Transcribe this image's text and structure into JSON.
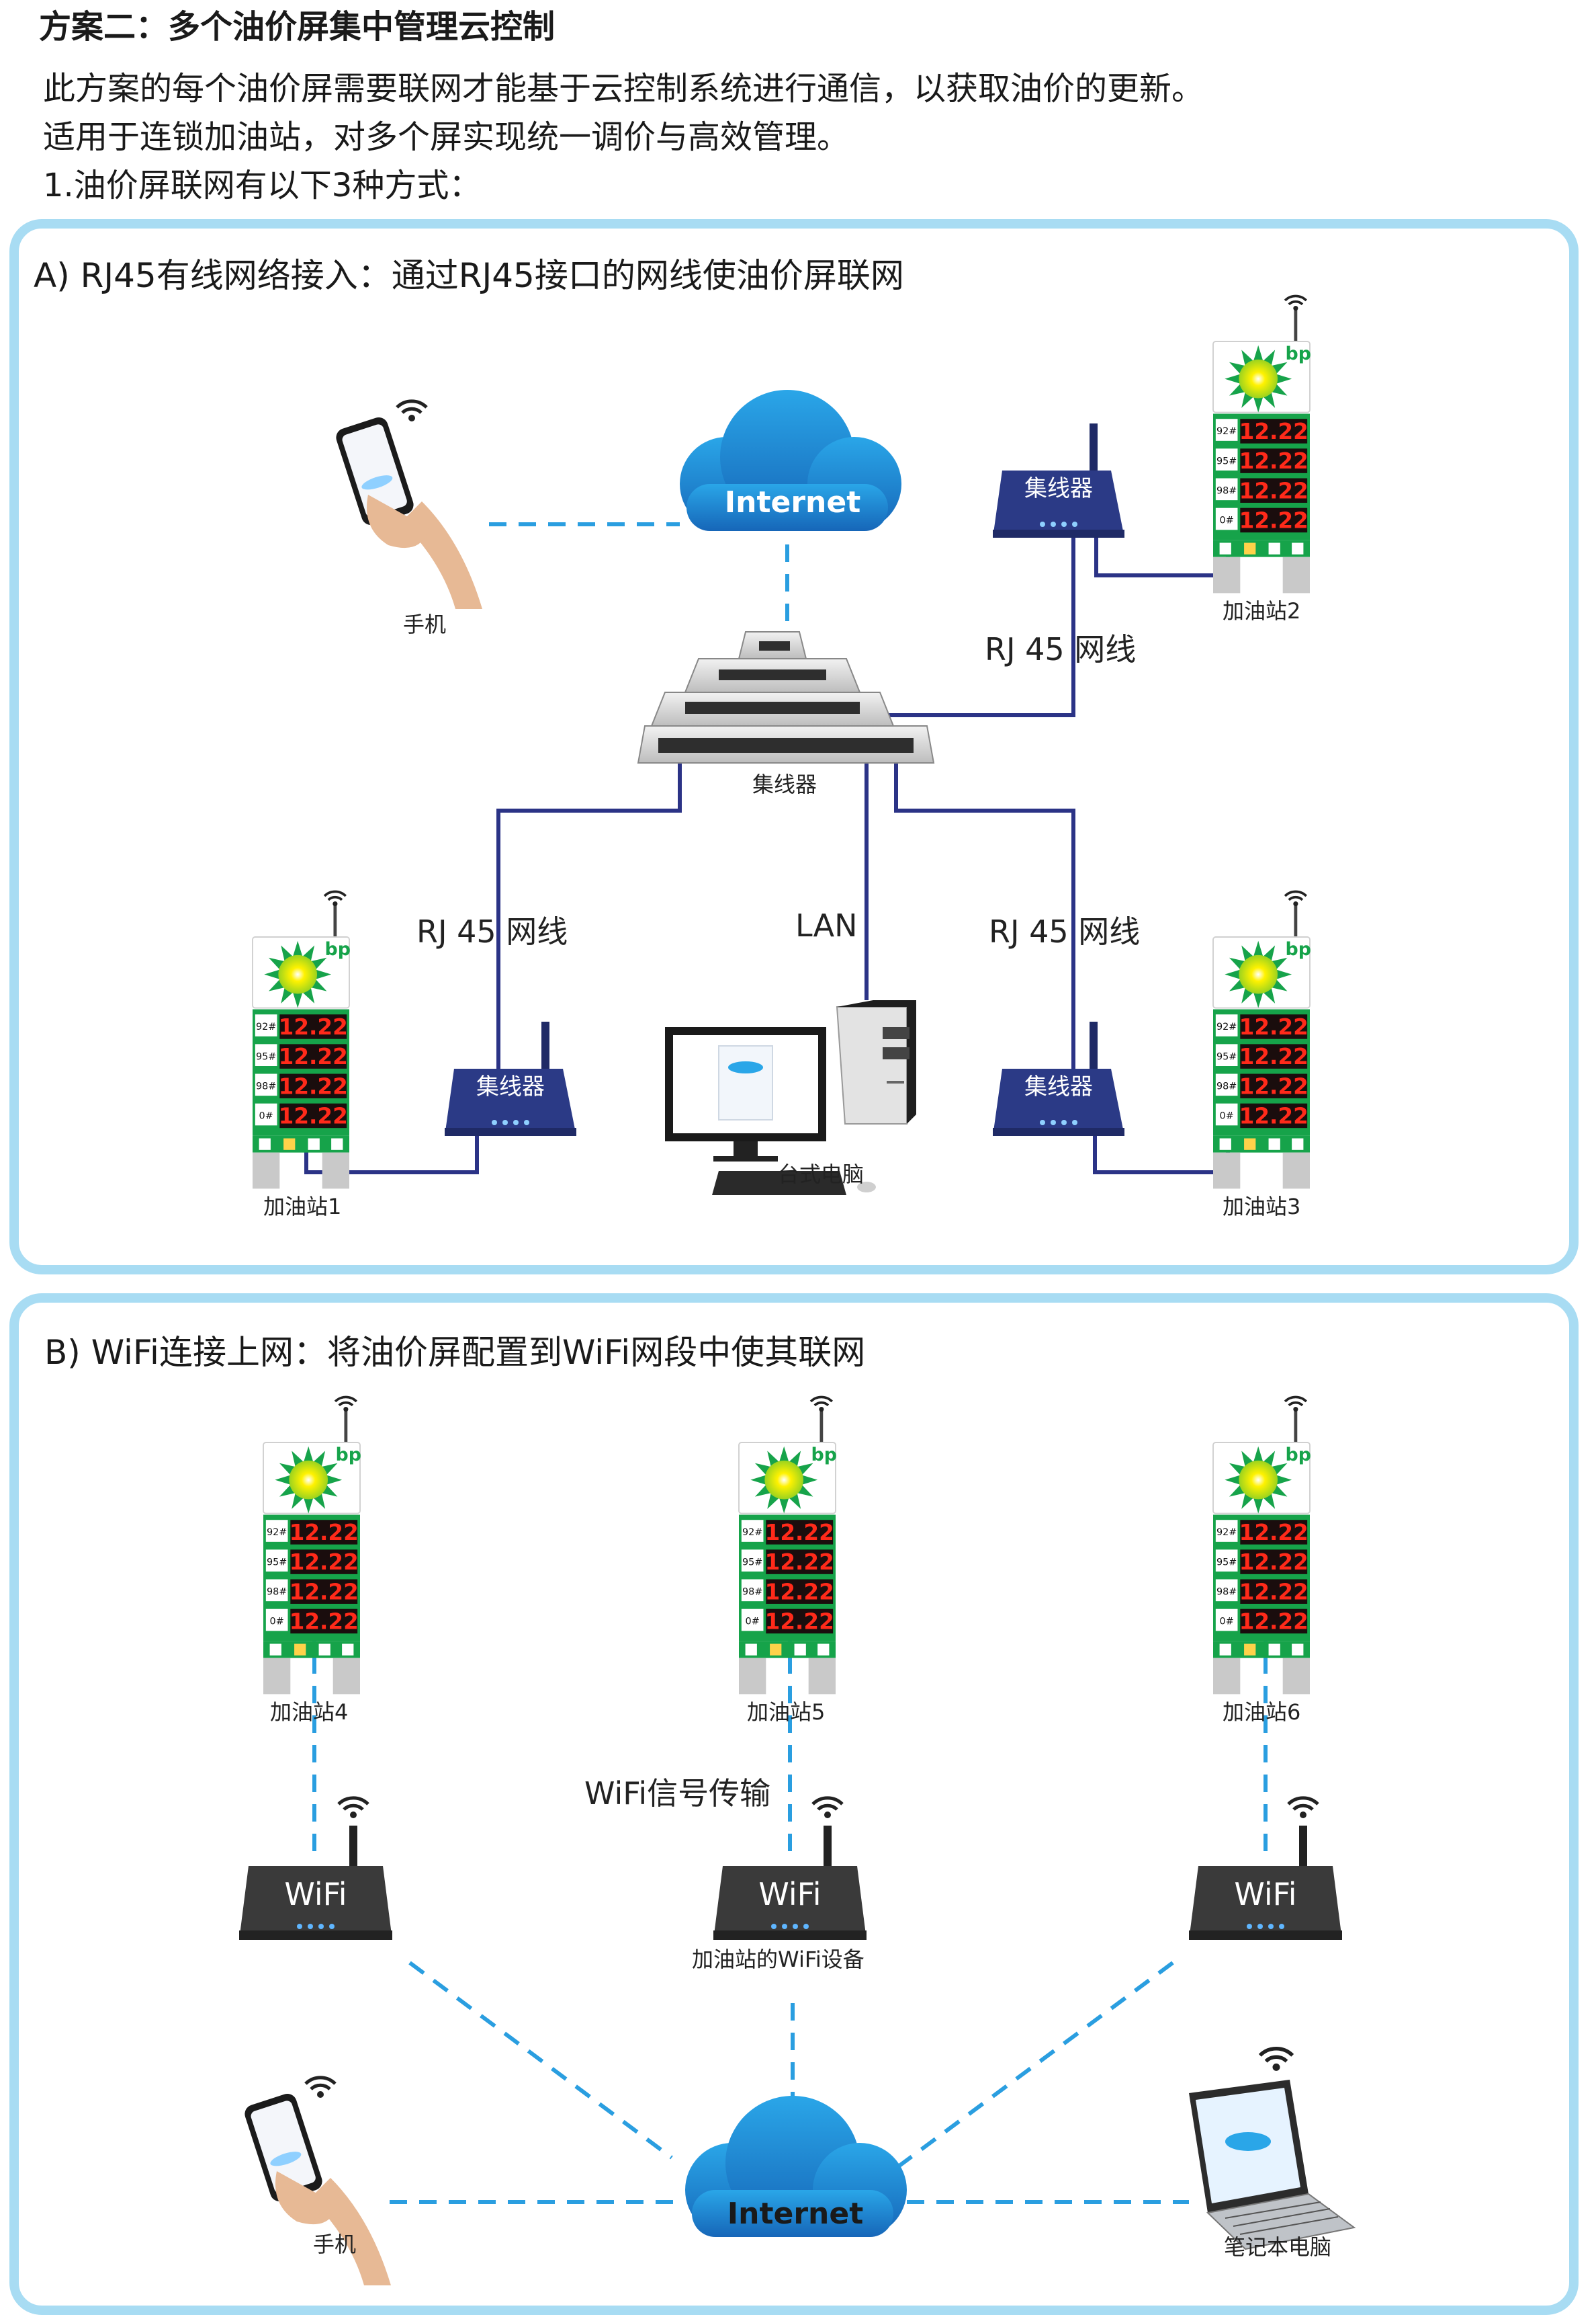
{
  "heading": "方案二：多个油价屏集中管理云控制",
  "intro": [
    "此方案的每个油价屏需要联网才能基于云控制系统进行通信，以获取油价的更新。",
    "适用于连锁加油站，对多个屏实现统一调价与高效管理。",
    "1.油价屏联网有以下3种方式："
  ],
  "panel_a": {
    "title": "A) RJ45有线网络接入：通过RJ45接口的网线使油价屏联网",
    "internet": "Internet",
    "phone": "手机",
    "main_hub": "集线器",
    "hub_label": "集线器",
    "cable_top": "RJ 45 网线",
    "cable_left": "RJ 45 网线",
    "cable_right": "RJ 45 网线",
    "lan": "LAN",
    "desktop": "台式电脑",
    "stations": [
      "加油站1",
      "加油站2",
      "加油站3"
    ]
  },
  "panel_b": {
    "title": "B) WiFi连接上网：将油价屏配置到WiFi网段中使其联网",
    "stations": [
      "加油站4",
      "加油站5",
      "加油站6"
    ],
    "wifi_label": "WiFi",
    "wifi_signal": "WiFi信号传输",
    "wifi_device": "加油站的WiFi设备",
    "internet": "Internet",
    "phone": "手机",
    "laptop": "笔记本电脑"
  },
  "sign": {
    "brand": "bp",
    "fuels": [
      "92#",
      "95#",
      "98#",
      "0#"
    ],
    "price": "12.22"
  },
  "colors": {
    "panel_border": "#a8dcf3",
    "cable_solid": "#2b3386",
    "cable_dashed": "#2a9ee0",
    "router": "#2b3a86",
    "wifi_router": "#3a3a3a",
    "sign_green": "#16a34a",
    "price_red": "#ff2a1a"
  }
}
